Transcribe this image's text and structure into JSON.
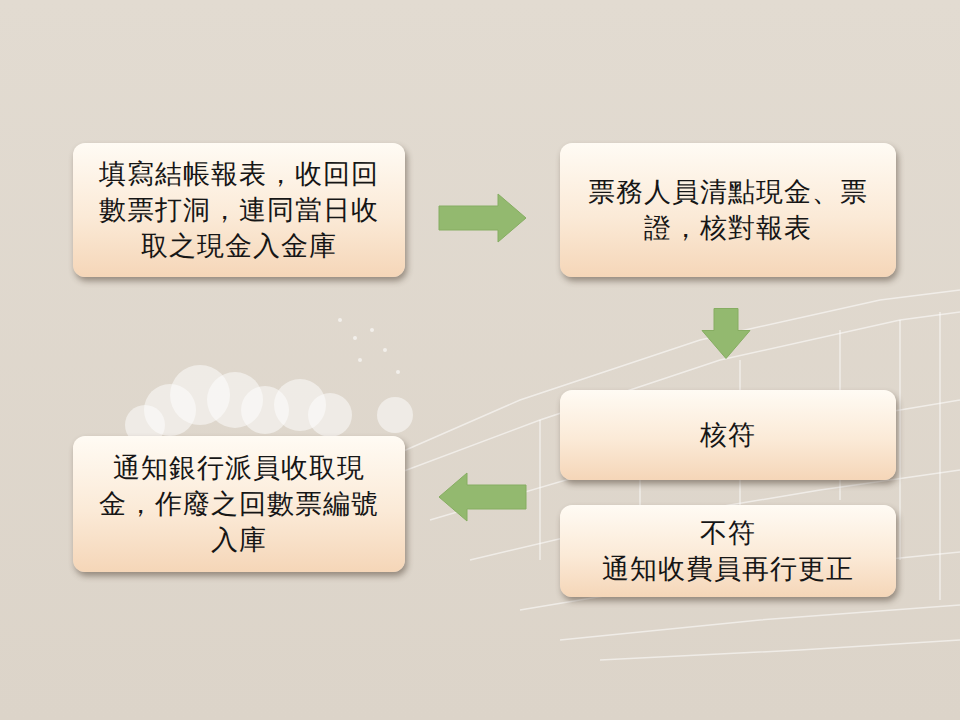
{
  "diagram": {
    "nodes": [
      {
        "text": [
          "填寫結帳報表，收回回數票打洞，連同當日收取之現金入金庫"
        ]
      },
      {
        "text": [
          "票務人員清點現金、票證，核對報表"
        ]
      },
      {
        "text": [
          "核符"
        ]
      },
      {
        "text": [
          "不符",
          "通知收費員再行更正"
        ]
      },
      {
        "text": [
          "通知銀行派員收取現金，作廢之回數票編號入庫"
        ]
      }
    ],
    "edges": [
      {
        "from": 0,
        "to": 1,
        "arrow": "to"
      },
      {
        "from": 1,
        "to": 2,
        "arrow": "to"
      },
      {
        "from": 2,
        "to": 4,
        "arrow": "to"
      }
    ]
  }
}
